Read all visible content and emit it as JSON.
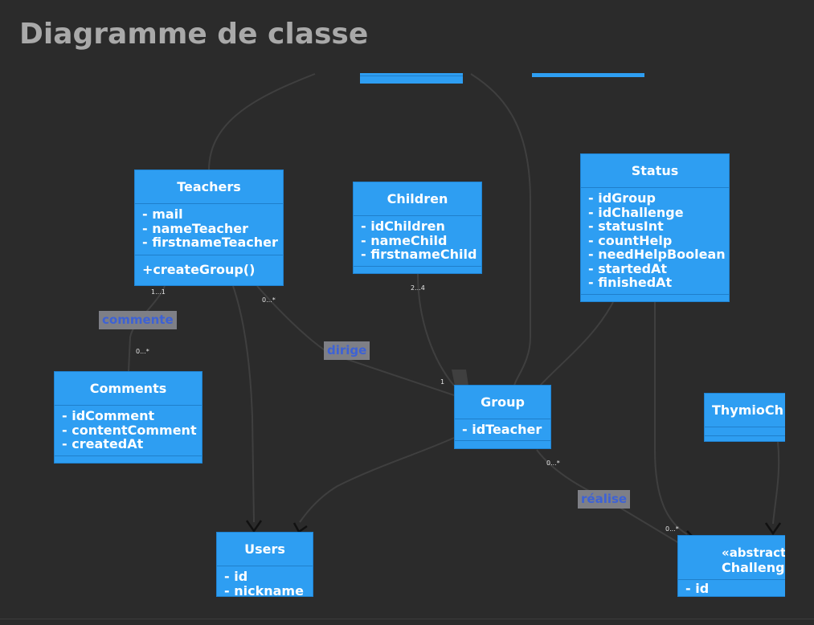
{
  "title": "Diagramme de classe",
  "colors": {
    "background": "#2b2b2b",
    "class_fill": "#2e9ef2",
    "title": "#a9a9a9",
    "assoc_label_bg": "#7e7f86",
    "assoc_label_text": "#3d62d6",
    "connector": "#3f3f3f"
  },
  "classes": {
    "teachers": {
      "name": "Teachers",
      "attributes": [
        "- mail",
        "- nameTeacher",
        "- firstnameTeacher"
      ],
      "operations": [
        "+createGroup()"
      ]
    },
    "children": {
      "name": "Children",
      "attributes": [
        "- idChildren",
        "- nameChild",
        "- firstnameChild"
      ]
    },
    "status": {
      "name": "Status",
      "attributes": [
        "- idGroup",
        "- idChallenge",
        "- statusInt",
        "- countHelp",
        "- needHelpBoolean",
        "- startedAt",
        "- finishedAt"
      ]
    },
    "comments": {
      "name": "Comments",
      "attributes": [
        "- idComment",
        "- contentComment",
        "- createdAt"
      ]
    },
    "group": {
      "name": "Group",
      "attributes": [
        "- idTeacher"
      ]
    },
    "users": {
      "name": "Users",
      "attributes": [
        "- id",
        "- nickname"
      ]
    },
    "thymio": {
      "name": "ThymioCh",
      "attributes": []
    },
    "challenge": {
      "stereotype": "«abstract",
      "name": "Challeng",
      "attributes": [
        "- id"
      ]
    }
  },
  "associations": {
    "commente": "commente",
    "dirige": "dirige",
    "realise": "réalise"
  },
  "multiplicities": {
    "teachers_comment": "1...1",
    "comments_comment": "0...*",
    "teachers_group": "0...*",
    "children_group": "2...4",
    "group_teacher": "1",
    "group_realise": "0...*",
    "challenge_realise": "0...*"
  }
}
